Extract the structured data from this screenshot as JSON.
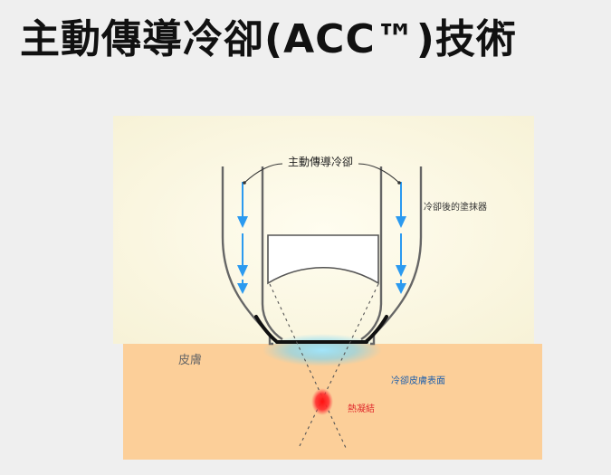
{
  "title": "主動傳導冷卻(ACC™)技術",
  "labels": {
    "active_cooling": "主動傳導冷卻",
    "post_cooling_applicator": "冷卻後的塗抹器",
    "skin": "皮膚",
    "cooled_skin_surface": "冷卻皮膚表面",
    "coagulation": "熱凝結"
  },
  "colors": {
    "page_background": "#efefef",
    "upper_background": "#fbf8e8",
    "skin": "#fccf99",
    "arrow": "#2b9af0",
    "cooling_label": "#1f5faa",
    "coagulation_label": "#e0262a",
    "coagulation_spot": "#f21c1c",
    "applicator_outline": "#666666"
  },
  "arrow_count": 6
}
